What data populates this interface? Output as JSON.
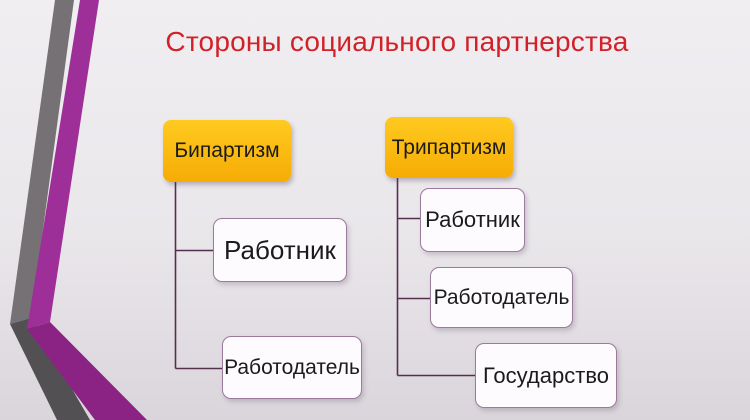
{
  "slide": {
    "title": "Стороны социального партнерства"
  },
  "diagram": {
    "trees": [
      {
        "id": "bipartism",
        "header": "Бипартизм",
        "children": [
          "Работник",
          "Работодатель"
        ]
      },
      {
        "id": "tripartism",
        "header": "Трипартизм",
        "children": [
          "Работник",
          "Работодатель",
          "Государство"
        ]
      }
    ]
  },
  "colors": {
    "title_color": "#d1222a",
    "header_fill": "#f6ac04",
    "node_border": "#9c7a9c",
    "connector": "#53304e",
    "ribbon_purple": "#9e2f98",
    "ribbon_purple_dark": "#8a2384",
    "ribbon_gray": "#757175",
    "ribbon_gray_dark": "#535053"
  }
}
